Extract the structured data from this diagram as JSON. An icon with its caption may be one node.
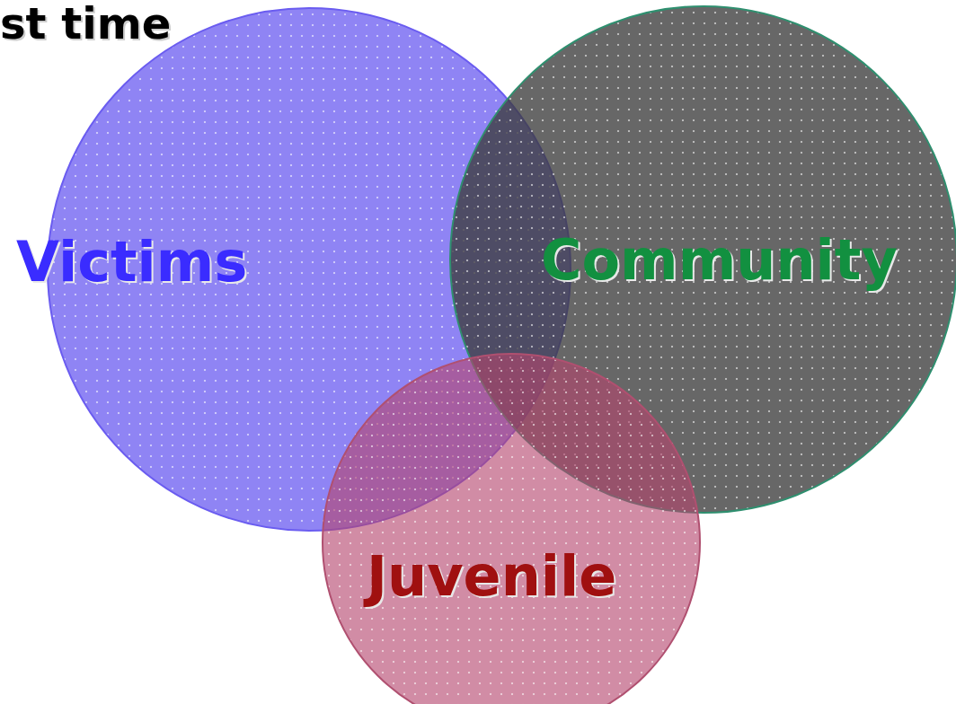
{
  "diagram": {
    "nodes": [
      {
        "text": [
          "Victims"
        ]
      },
      {
        "text": [
          "Community"
        ]
      },
      {
        "text": [
          "Juvenile"
        ]
      }
    ],
    "labels": [
      "st time"
    ]
  }
}
